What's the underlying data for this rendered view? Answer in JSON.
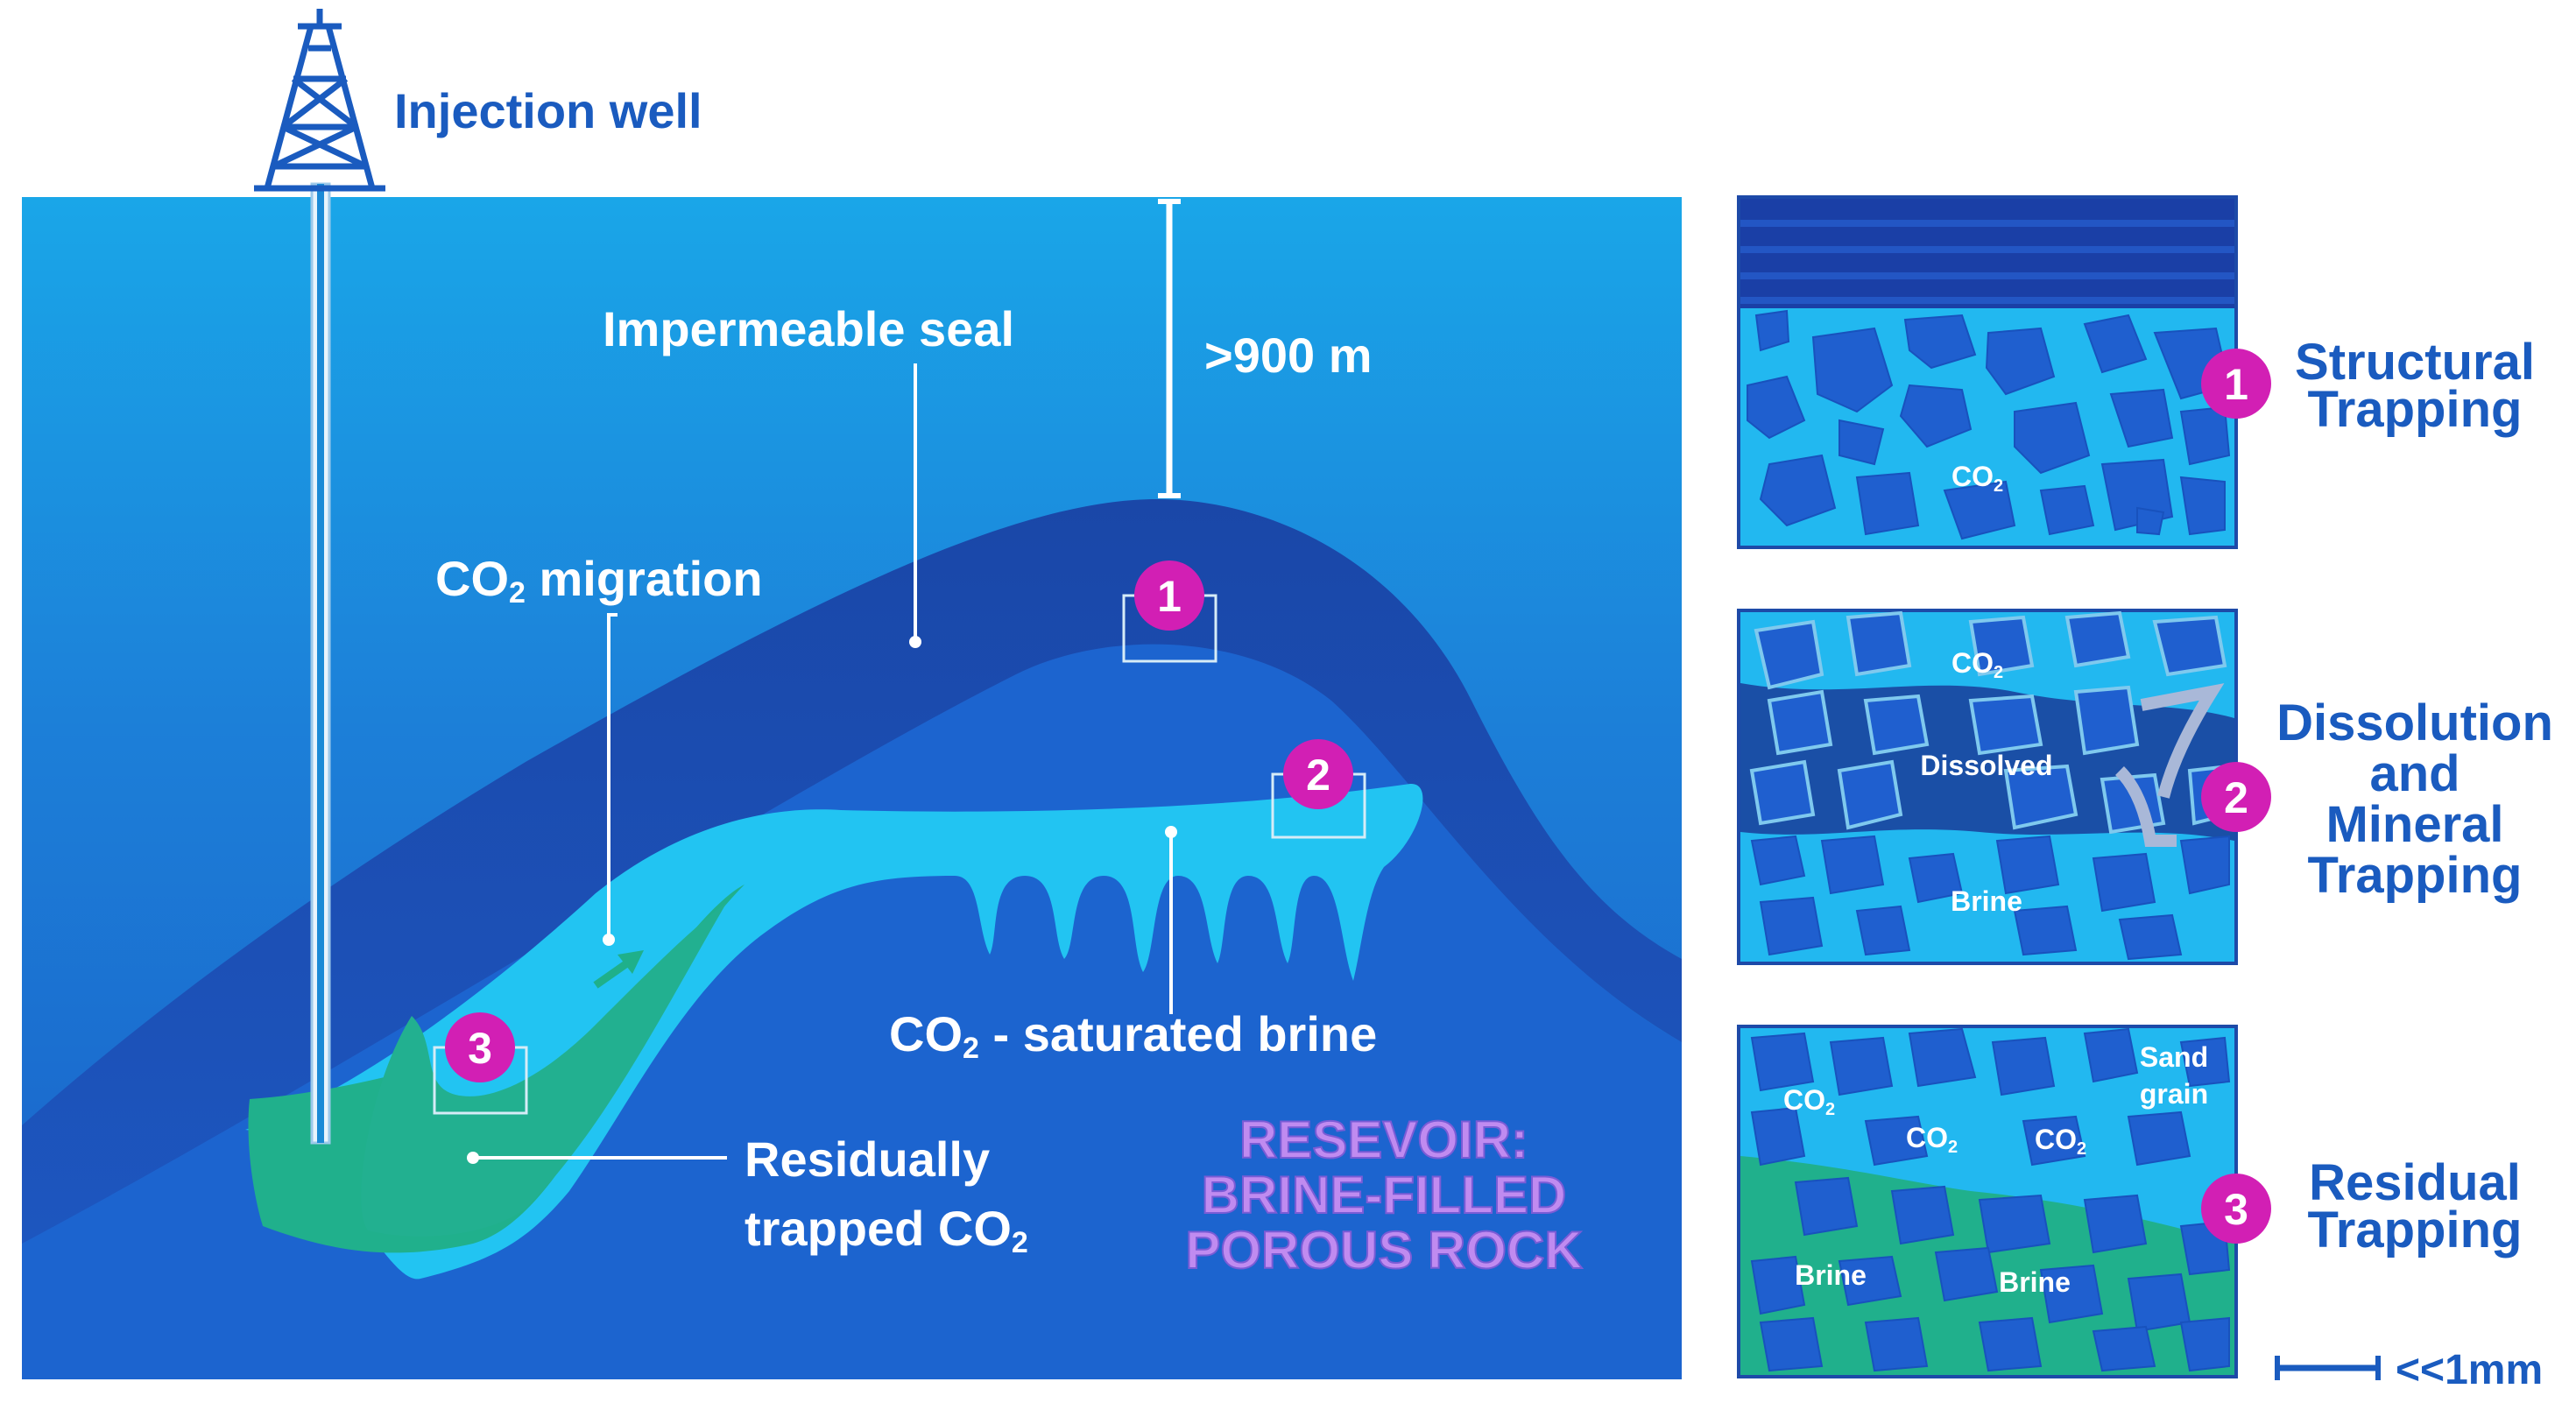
{
  "main_diagram": {
    "well_label": "Injection well",
    "seal_label": "Impermeable seal",
    "depth_label": ">900 m",
    "migration_label": {
      "prefix": "CO",
      "sub": "2",
      "suffix": " migration"
    },
    "saturated_label": {
      "prefix": "CO",
      "sub": "2",
      "suffix": " - saturated brine"
    },
    "residual_label_line1": "Residually",
    "residual_label_line2": {
      "prefix": "trapped CO",
      "sub": "2"
    },
    "reservoir_line1": "RESEVOIR:",
    "reservoir_line2": "BRINE-FILLED",
    "reservoir_line3": "POROUS ROCK",
    "markers": [
      "1",
      "2",
      "3"
    ]
  },
  "panels": [
    {
      "number": "1",
      "title_line1": "Structural",
      "title_line2": "Trapping",
      "labels": [
        {
          "prefix": "CO",
          "sub": "2"
        }
      ]
    },
    {
      "number": "2",
      "title_line1": "Dissolution",
      "title_line2": "and",
      "title_line3": "Mineral",
      "title_line4": "Trapping",
      "labels": [
        {
          "prefix": "CO",
          "sub": "2"
        },
        "Dissolved",
        "Brine"
      ]
    },
    {
      "number": "3",
      "title_line1": "Residual",
      "title_line2": "Trapping",
      "labels": [
        {
          "prefix": "CO",
          "sub": "2"
        },
        {
          "prefix": "CO",
          "sub": "2"
        },
        {
          "prefix": "CO",
          "sub": "2"
        },
        "Sand",
        "grain",
        "Brine",
        "Brine"
      ]
    }
  ],
  "scale_label": "<<1mm",
  "colors": {
    "water": "#1fa3e6",
    "seal": "#1c4fb2",
    "reservoir": "#1a60cc",
    "co2_plume": "#1ec0f0",
    "residual": "#20b08c",
    "marker": "#d21fb4",
    "title_blue": "#1a5bbf"
  }
}
